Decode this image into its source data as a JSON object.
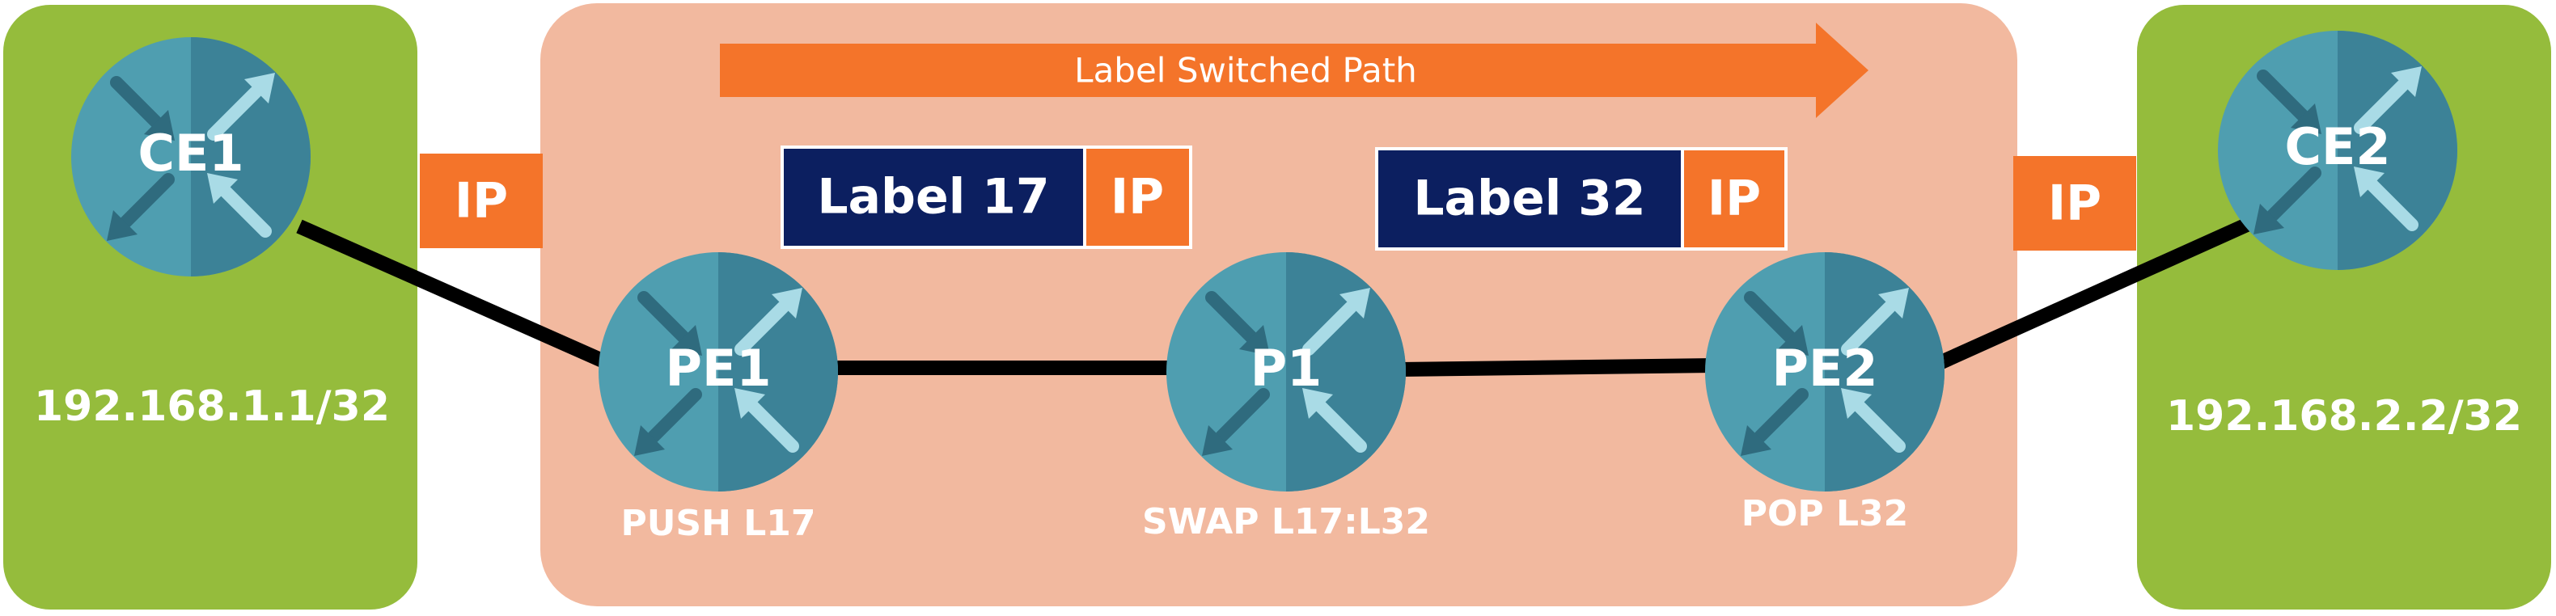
{
  "colors": {
    "customer_site": "#95bc3c",
    "provider_cloud": "#f2b99f",
    "arrow": "#f4742a",
    "ip_box": "#f4742a",
    "label_box": "#0c1f60",
    "router_light": "#4f9eb0",
    "router_dark": "#3c8297",
    "link": "#000000",
    "text": "#ffffff"
  },
  "lsp": {
    "label": "Label Switched Path"
  },
  "routers": {
    "ce1": {
      "name": "CE1",
      "icon": "router-icon"
    },
    "pe1": {
      "name": "PE1",
      "icon": "router-icon",
      "action": "PUSH L17"
    },
    "p1": {
      "name": "P1",
      "icon": "router-icon",
      "action": "SWAP L17:L32"
    },
    "pe2": {
      "name": "PE2",
      "icon": "router-icon",
      "action": "POP L32"
    },
    "ce2": {
      "name": "CE2",
      "icon": "router-icon"
    }
  },
  "sites": {
    "left": {
      "prefix": "192.168.1.1/32"
    },
    "right": {
      "prefix": "192.168.2.2/32"
    }
  },
  "packets": {
    "left_ip": "IP",
    "right_ip": "IP",
    "seg1": {
      "label": "Label 17",
      "ip": "IP"
    },
    "seg2": {
      "label": "Label 32",
      "ip": "IP"
    }
  }
}
